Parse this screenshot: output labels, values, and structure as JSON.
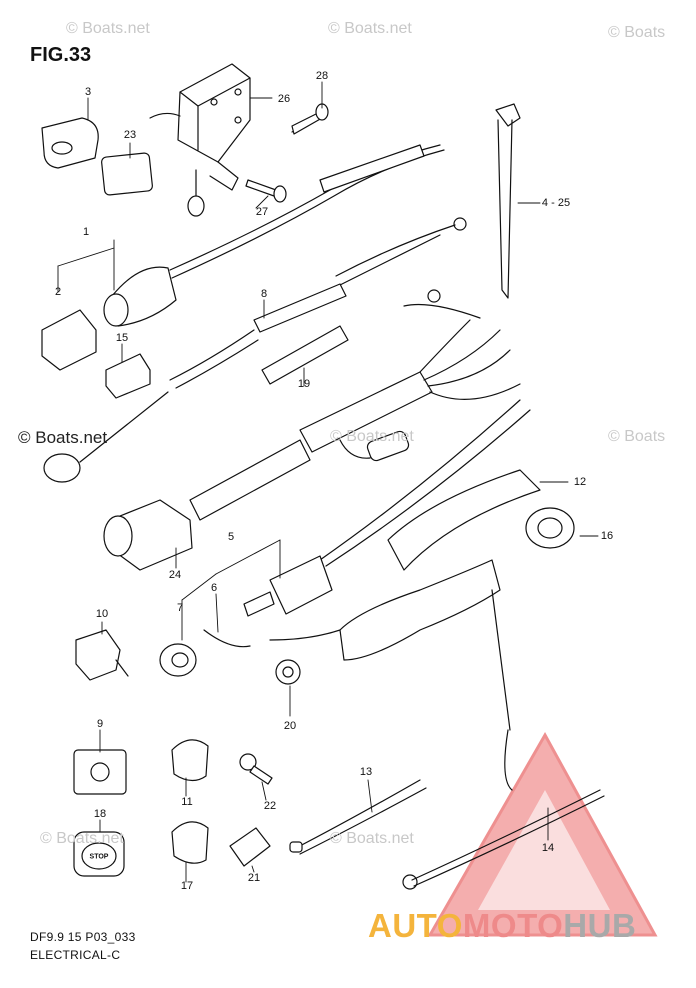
{
  "figure": {
    "title": "FIG.33"
  },
  "footer": {
    "code": "DF9.9 15 P03_033",
    "section": "ELECTRICAL-C"
  },
  "watermarks": [
    "© Boats.net",
    "© Boats.net",
    "© Boats",
    "© Boats.net",
    "© Boats.net",
    "© Boats",
    "© Boats.net",
    "© Boats.net"
  ],
  "callouts": [
    "1",
    "2",
    "3",
    "4 - 25",
    "5",
    "6",
    "7",
    "8",
    "9",
    "10",
    "11",
    "12",
    "13",
    "14",
    "15",
    "16",
    "17",
    "18",
    "19",
    "20",
    "21",
    "22",
    "23",
    "24",
    "26",
    "27",
    "28"
  ],
  "labels": {
    "stop": "STOP"
  },
  "brand": {
    "part1": "AUTO",
    "part2": "MOTO",
    "part3": "HUB"
  },
  "colors": {
    "ink": "#111111",
    "brand_orange": "#f4b43c",
    "brand_red": "#ee8a8a",
    "brand_gray": "#a9a9a9",
    "watermark": "#c8c8c8"
  }
}
